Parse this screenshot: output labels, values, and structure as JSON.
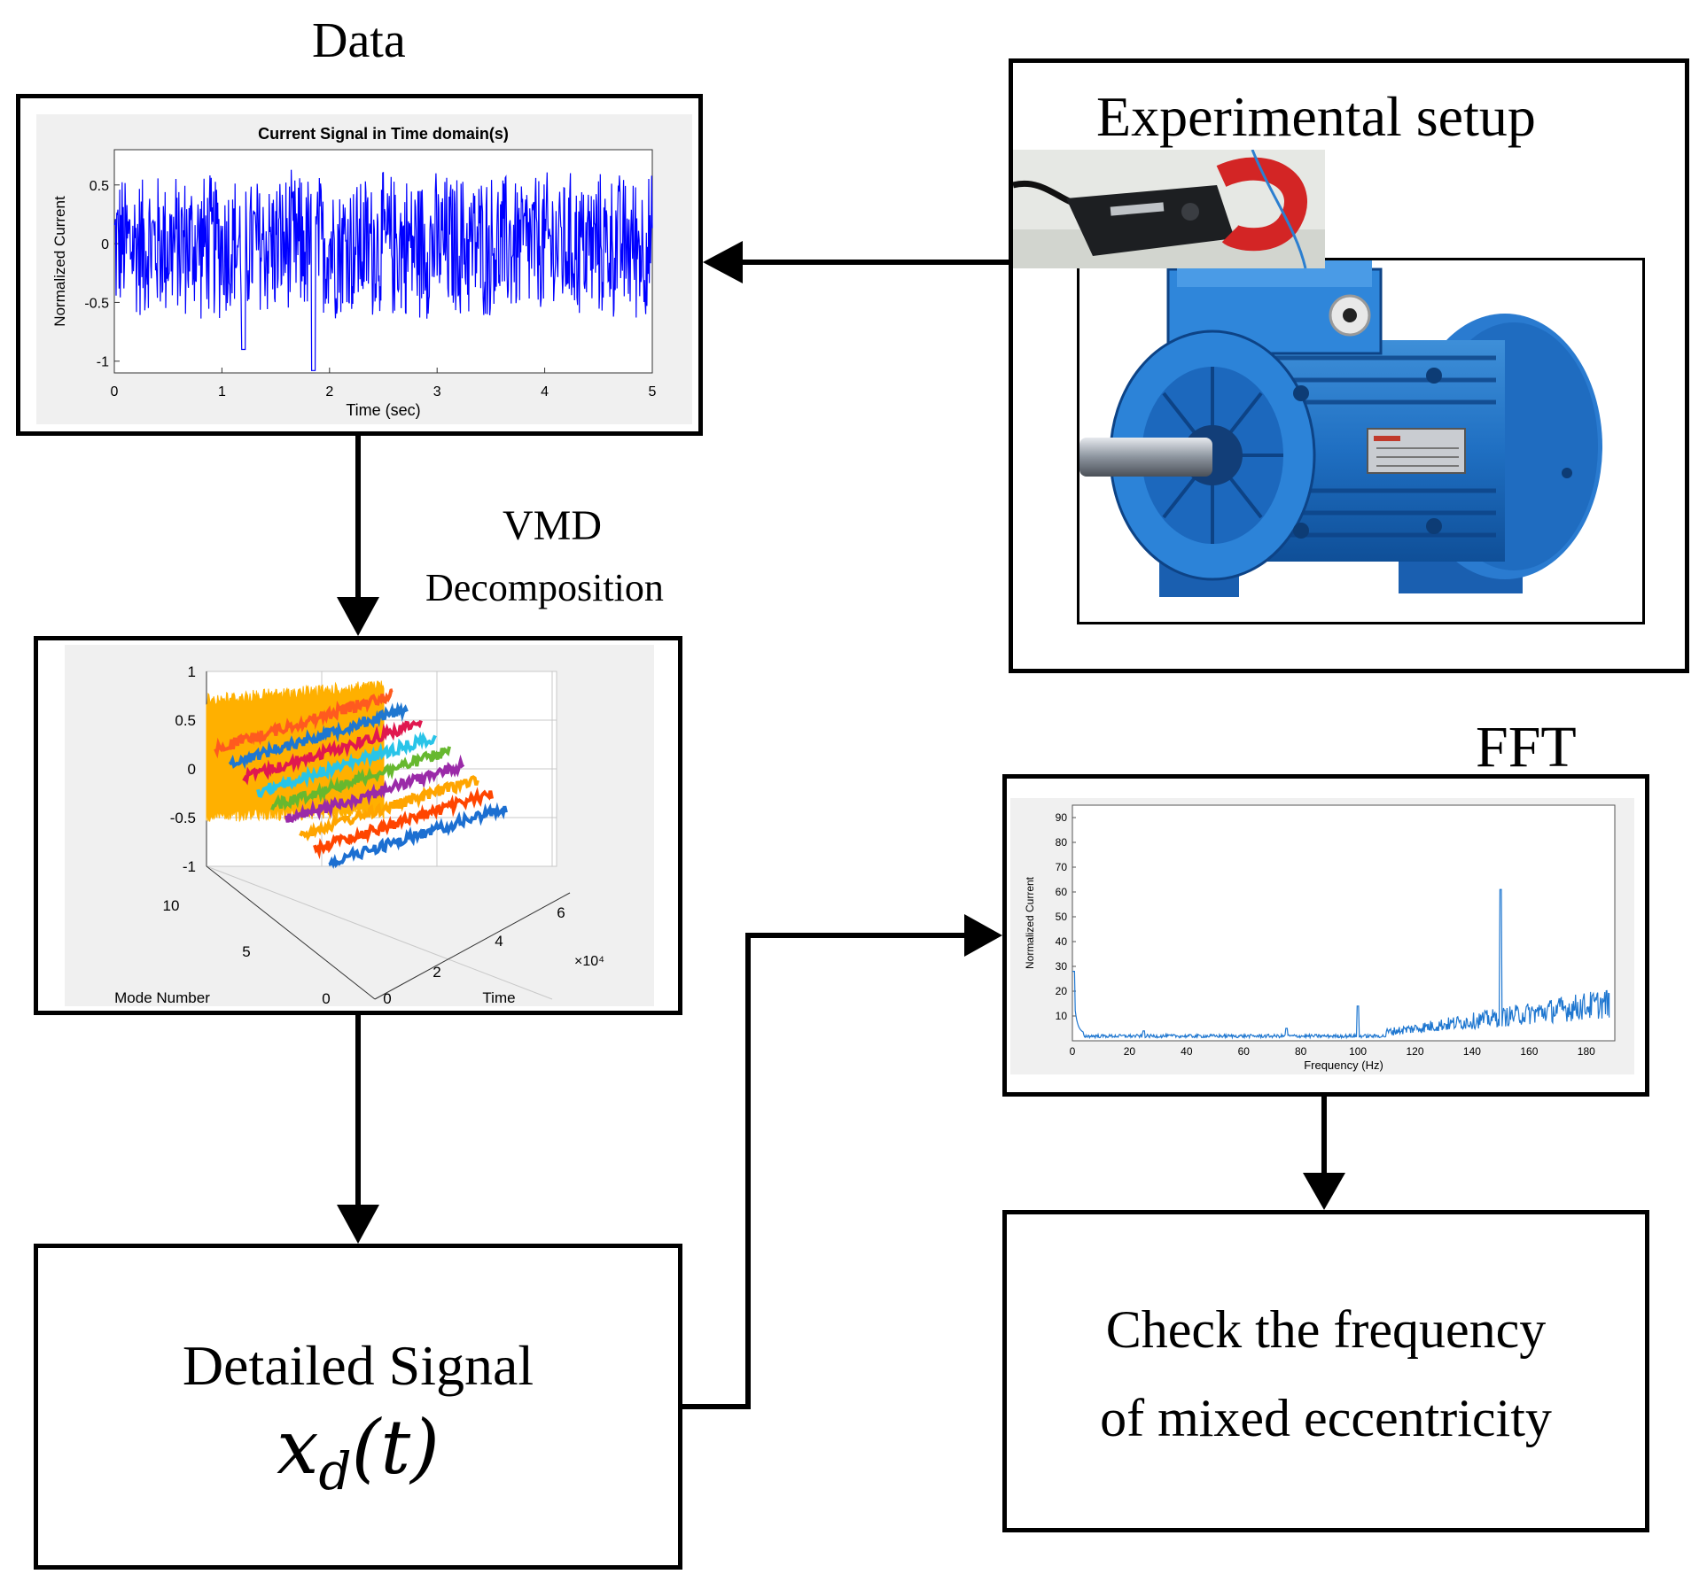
{
  "diagram": {
    "data_title": "Data",
    "setup_title": "Experimental setup",
    "vmd_label": "VMD",
    "decomposition_label": "Decomposition",
    "fft_label": "FFT",
    "detailed_signal_title": "Detailed Signal",
    "detailed_signal_symbol": "x",
    "detailed_signal_subscript": "d",
    "detailed_signal_arg": "(t)",
    "check_line1": "Check the frequency",
    "check_line2": "of mixed eccentricity"
  },
  "chart_data": [
    {
      "type": "line",
      "title": "Current Signal in Time domain(s)",
      "xlabel": "Time (sec)",
      "ylabel": "Normalized Current",
      "xlim": [
        0,
        5
      ],
      "ylim": [
        -1.1,
        0.8
      ],
      "xticks": [
        "0",
        "1",
        "2",
        "3",
        "4",
        "5"
      ],
      "yticks": [
        "-1",
        "-0.5",
        "0",
        "0.5"
      ],
      "amplitude_envelope": [
        -0.7,
        0.65
      ],
      "color": "#0000ff",
      "grid": false
    },
    {
      "type": "line",
      "title": "",
      "xlabel": "Time",
      "ylabel": "Mode Number",
      "zticks": [
        "-1",
        "-0.5",
        "0",
        "0.5",
        "1"
      ],
      "xticks": [
        "0",
        "2",
        "4",
        "6"
      ],
      "x_multiplier": "×10⁴",
      "yticks": [
        "0",
        "5",
        "10"
      ],
      "series": [
        {
          "color": "#ffb000"
        },
        {
          "color": "#ff5a1f"
        },
        {
          "color": "#1f77d0"
        },
        {
          "color": "#e0184f"
        },
        {
          "color": "#29c4e8"
        },
        {
          "color": "#67b82f"
        },
        {
          "color": "#9a2aa8"
        },
        {
          "color": "#ffa500"
        },
        {
          "color": "#ff4500"
        },
        {
          "color": "#1c6fd1"
        }
      ],
      "grid": true
    },
    {
      "type": "line",
      "title": "",
      "xlabel": "Frequency (Hz)",
      "ylabel": "Normalized Current",
      "xlim": [
        0,
        190
      ],
      "ylim": [
        0,
        95
      ],
      "xticks": [
        "0",
        "20",
        "40",
        "60",
        "80",
        "100",
        "120",
        "140",
        "160",
        "180"
      ],
      "yticks": [
        "10",
        "20",
        "30",
        "40",
        "50",
        "60",
        "70",
        "80",
        "90"
      ],
      "peaks": [
        {
          "x": 0.5,
          "y": 28
        },
        {
          "x": 25,
          "y": 4
        },
        {
          "x": 75,
          "y": 5
        },
        {
          "x": 100,
          "y": 14
        },
        {
          "x": 150,
          "y": 61
        }
      ],
      "color": "#1f77d0",
      "grid": false
    }
  ]
}
